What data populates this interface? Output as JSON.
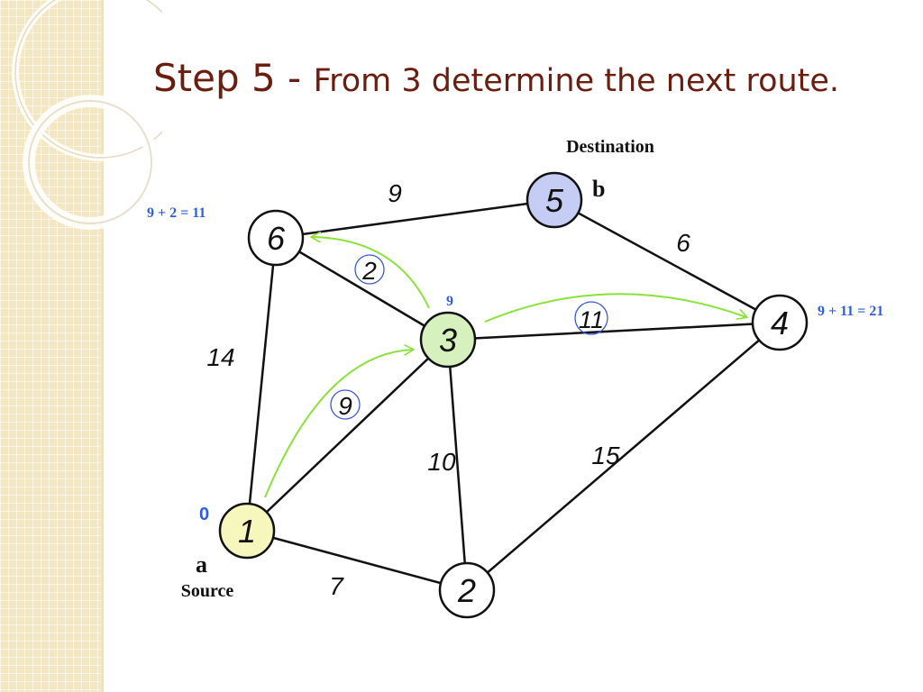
{
  "title": {
    "step": "Step 5 - ",
    "text": "From 3 determine the next route."
  },
  "nodes": [
    {
      "id": "1",
      "label": "1",
      "fill": "#f6f7bd"
    },
    {
      "id": "2",
      "label": "2",
      "fill": "#ffffff"
    },
    {
      "id": "3",
      "label": "3",
      "fill": "#d6f1bd"
    },
    {
      "id": "4",
      "label": "4",
      "fill": "#ffffff"
    },
    {
      "id": "5",
      "label": "5",
      "fill": "#c6cdf4"
    },
    {
      "id": "6",
      "label": "6",
      "fill": "#ffffff"
    }
  ],
  "edges": [
    {
      "from": "1",
      "to": "2",
      "weight": "7"
    },
    {
      "from": "1",
      "to": "3",
      "weight": "9"
    },
    {
      "from": "1",
      "to": "6",
      "weight": "14"
    },
    {
      "from": "2",
      "to": "3",
      "weight": "10"
    },
    {
      "from": "2",
      "to": "4",
      "weight": "15"
    },
    {
      "from": "3",
      "to": "6",
      "weight": "2"
    },
    {
      "from": "3",
      "to": "4",
      "weight": "11"
    },
    {
      "from": "6",
      "to": "5",
      "weight": "9"
    },
    {
      "from": "5",
      "to": "4",
      "weight": "6"
    }
  ],
  "labels": {
    "destination": "Destination",
    "destination_letter": "b",
    "source": "Source",
    "source_letter": "a",
    "source_distance": "0",
    "node3_distance": "9",
    "node6_calc": "9 + 2 = 11",
    "node4_calc": "9 + 11 = 21"
  },
  "colors": {
    "title": "#6b1d10",
    "arrow": "#8be23a",
    "annotation": "#2f5fe0",
    "circled_weight": "#3a59d9",
    "edge": "#111111"
  }
}
